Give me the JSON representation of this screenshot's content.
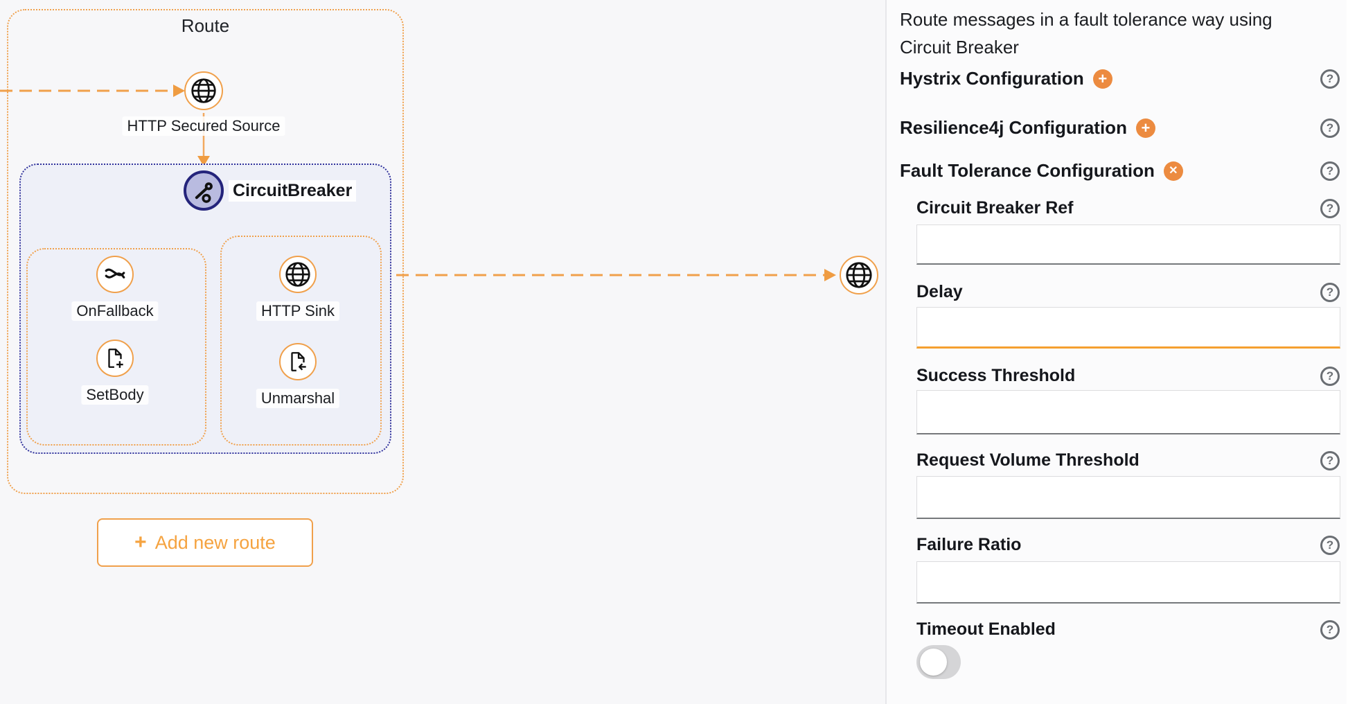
{
  "colors": {
    "accent_orange": "#f0a04b",
    "badge_orange": "#ec8b40",
    "node_purple_fill": "#b9bbe0",
    "node_purple_border": "#24247b",
    "container_blue_border": "#30319b",
    "container_blue_fill": "#eef0f8",
    "help_gray": "#6a6e73",
    "focus_underline": "#f5a030"
  },
  "canvas": {
    "route_title": "Route",
    "nodes": {
      "source": {
        "label": "HTTP Secured Source",
        "icon": "globe-icon"
      },
      "circuit_breaker": {
        "label": "CircuitBreaker",
        "icon": "circuit-breaker-icon"
      },
      "on_fallback": {
        "label": "OnFallback",
        "icon": "crossed-waves-icon"
      },
      "set_body": {
        "label": "SetBody",
        "icon": "file-plus-icon"
      },
      "http_sink": {
        "label": "HTTP Sink",
        "icon": "globe-icon"
      },
      "unmarshal": {
        "label": "Unmarshal",
        "icon": "file-import-icon"
      },
      "flow_end": {
        "label": "",
        "icon": "globe-icon"
      }
    },
    "add_route_label": "Add new route",
    "add_route_plus": "+"
  },
  "panel": {
    "description": "Route messages in a fault tolerance way using Circuit Breaker",
    "sections": [
      {
        "label": "Hystrix Configuration",
        "action": "add",
        "action_glyph": "+"
      },
      {
        "label": "Resilience4j Configuration",
        "action": "add",
        "action_glyph": "+"
      },
      {
        "label": "Fault Tolerance Configuration",
        "action": "remove",
        "action_glyph": "✕"
      }
    ],
    "help_glyph": "?",
    "fields": [
      {
        "label": "Circuit Breaker Ref",
        "value": "",
        "focused": false
      },
      {
        "label": "Delay",
        "value": "",
        "focused": true
      },
      {
        "label": "Success Threshold",
        "value": "",
        "focused": false
      },
      {
        "label": "Request Volume Threshold",
        "value": "",
        "focused": false
      },
      {
        "label": "Failure Ratio",
        "value": "",
        "focused": false
      }
    ],
    "toggle": {
      "label": "Timeout Enabled",
      "enabled": false
    }
  }
}
